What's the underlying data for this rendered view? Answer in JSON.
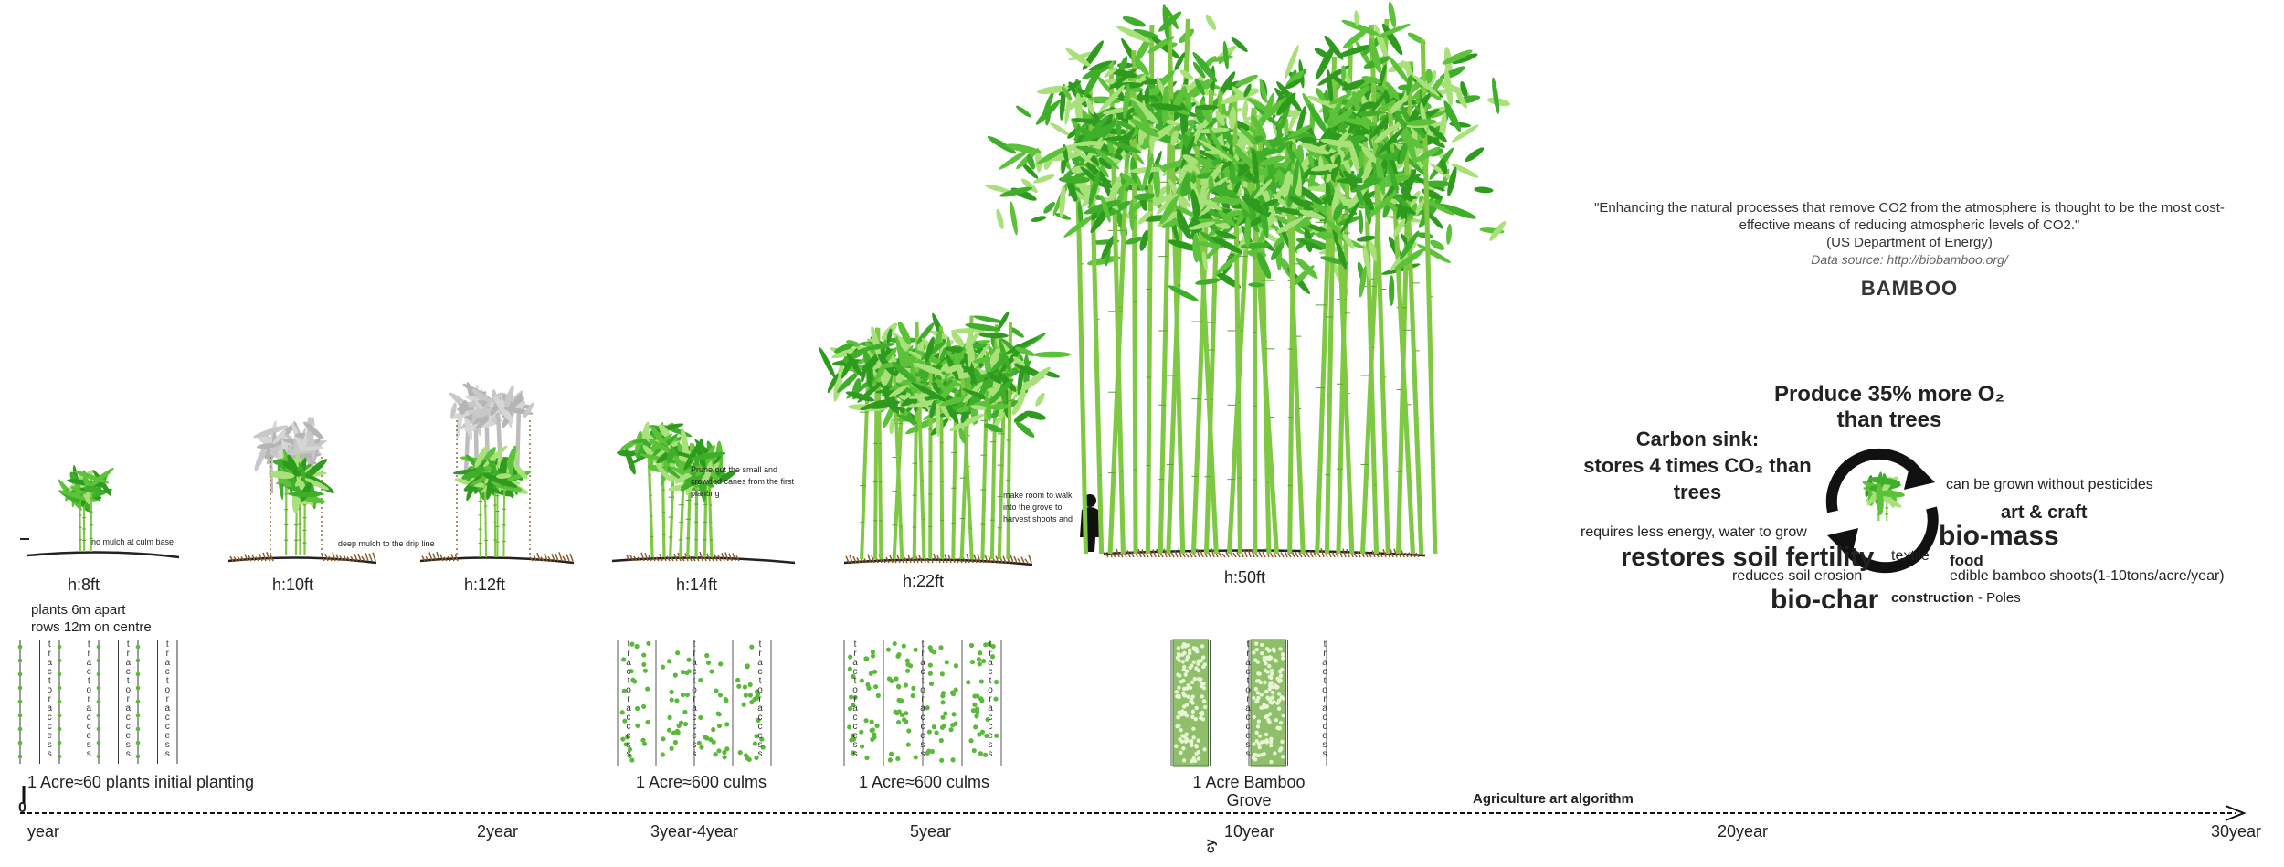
{
  "stages": [
    {
      "height": "h:8ft",
      "note": "no mulch at culm base"
    },
    {
      "height": "h:10ft",
      "note": "deep mulch to the drip line"
    },
    {
      "height": "h:12ft"
    },
    {
      "height": "h:14ft",
      "note": "Prune out the small and crowded canes from the first planting"
    },
    {
      "height": "h:22ft",
      "note": "make room to walk into the grove to harvest shoots and"
    },
    {
      "height": "h:50ft"
    }
  ],
  "planting_note": [
    "plants 6m apart",
    "rows 12m on centre"
  ],
  "access_word": "tractoraccess",
  "plot_captions": [
    "1 Acre≈60 plants initial planting",
    "1 Acre≈600 culms",
    "1 Acre≈600 culms",
    "1 Acre Bamboo Grove"
  ],
  "timeline": {
    "start": "0",
    "title": "Agriculture art  algorithm",
    "years": [
      "year",
      "2year",
      "3year-4year",
      "5year",
      "10year",
      "20year",
      "30year"
    ],
    "cut_text": "cy"
  },
  "quote": {
    "text": "\"Enhancing the natural processes that remove CO2 from the atmosphere is thought to be the most cost-effective means of reducing atmospheric levels of CO2.\"",
    "attribution": "(US Department of Energy)",
    "source": "Data source: http://biobamboo.org/",
    "title": "BAMBOO"
  },
  "benefits": {
    "oxygen_line1": "Produce 35% more O₂",
    "oxygen_line2": "than trees",
    "carbon_line1": "Carbon sink:",
    "carbon_line2": "stores 4 times CO₂ than",
    "carbon_line3": "trees",
    "pesticides": "can be grown without pesticides",
    "art": "art & craft",
    "biomass": "bio-mass",
    "energy": "requires less energy, water to grow",
    "soil": "restores soil fertility",
    "textile": "textile",
    "food": "food",
    "shoots": "edible bamboo shoots(1-10tons/acre/year)",
    "erosion": "reduces soil erosion",
    "biochar": "bio-char",
    "construction": "construction",
    "poles": " - Poles"
  },
  "colors": {
    "leaf_dark": "#2e9a1e",
    "leaf_mid": "#5cc23a",
    "leaf_light": "#a8e07a",
    "culm": "#7fc843",
    "mulch": "#8a5a2b",
    "ghost": "#c8c8c8",
    "dot_green": "#5ab83b",
    "grove_fill": "#8fbf6a"
  }
}
